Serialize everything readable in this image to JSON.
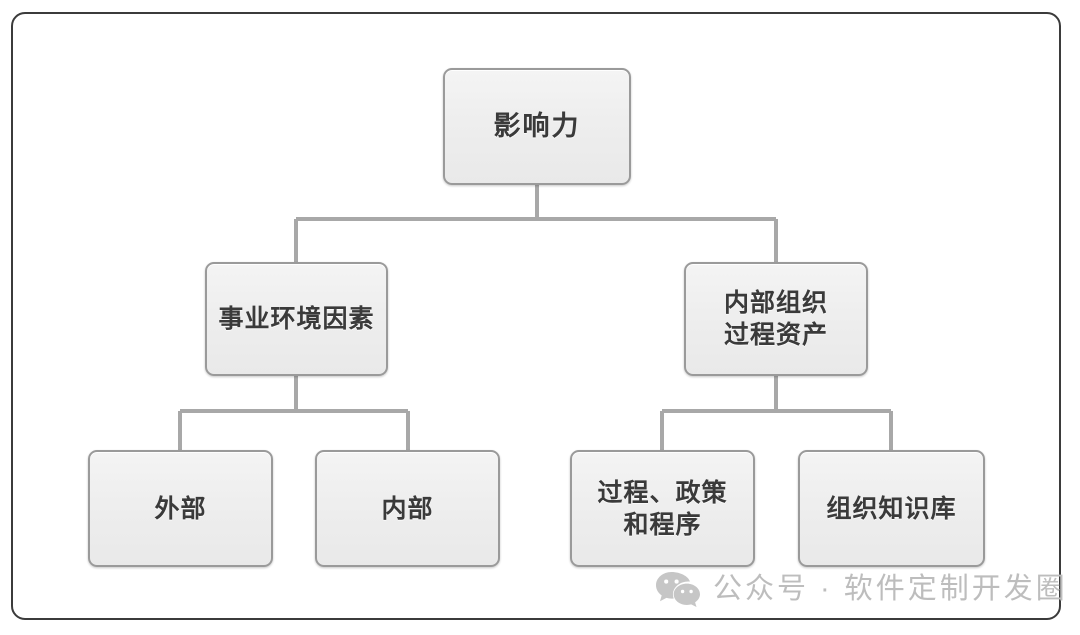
{
  "diagram": {
    "type": "tree",
    "title": "影响力",
    "nodes": {
      "root": {
        "id": "root",
        "label": "影响力",
        "level": 1
      },
      "eef": {
        "id": "eef",
        "label": "事业环境因素",
        "level": 2
      },
      "opa": {
        "id": "opa",
        "label": "内部组织\n过程资产",
        "level": 2
      },
      "external": {
        "id": "external",
        "label": "外部",
        "level": 3
      },
      "internal": {
        "id": "internal",
        "label": "内部",
        "level": 3
      },
      "process": {
        "id": "process",
        "label": "过程、政策\n和程序",
        "level": 3
      },
      "knowledge": {
        "id": "knowledge",
        "label": "组织知识库",
        "level": 3
      }
    },
    "edges": [
      {
        "from": "root",
        "to": "eef"
      },
      {
        "from": "root",
        "to": "opa"
      },
      {
        "from": "eef",
        "to": "external"
      },
      {
        "from": "eef",
        "to": "internal"
      },
      {
        "from": "opa",
        "to": "process"
      },
      {
        "from": "opa",
        "to": "knowledge"
      }
    ],
    "colors": {
      "node_fill": "#eeeeee",
      "node_border": "#9a9a9a",
      "node_text": "#3a3a3a",
      "connector": "#a8a8a8",
      "frame_border": "#3b3b3b",
      "background": "#ffffff",
      "watermark_text": "#bdbdbd"
    }
  },
  "watermark": {
    "icon": "wechat-icon",
    "text": "公众号 · 软件定制开发圈"
  }
}
